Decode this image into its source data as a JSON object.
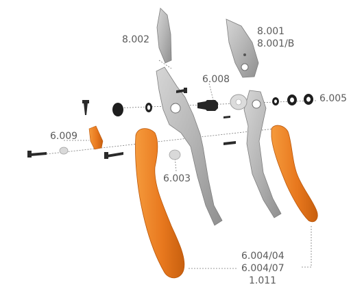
{
  "colors": {
    "handle_orange": "#e8781e",
    "handle_shade": "#c85f0e",
    "steel": "#b9b9b9",
    "steel_dark": "#8e8e8e",
    "screw": "#2a2a2a",
    "label": "#5a5a5a",
    "leader": "#777777"
  },
  "labels": {
    "part_8002": "8.002",
    "part_8001": "8.001",
    "part_8001b": "8.001/B",
    "part_6008": "6.008",
    "part_6005": "6.005",
    "part_6009": "6.009",
    "part_6003": "6.003",
    "part_6004_04": "6.004/04",
    "part_6004_07": "6.004/07",
    "part_1011": "1.011"
  }
}
